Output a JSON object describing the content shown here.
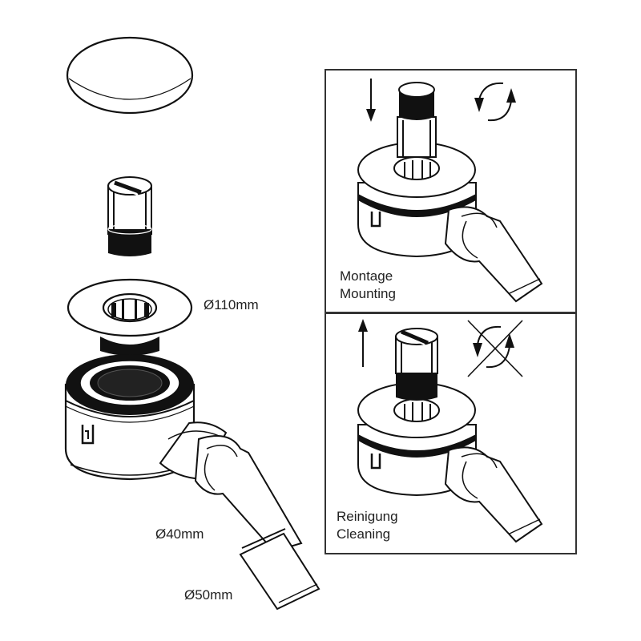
{
  "exploded_view": {
    "parts": [
      {
        "id": "cover-cap",
        "label": ""
      },
      {
        "id": "insert-cartridge",
        "label": ""
      },
      {
        "id": "flange-ring",
        "label": "Ø110mm"
      },
      {
        "id": "trap-body",
        "label": ""
      },
      {
        "id": "outlet-pipe-inner",
        "label": "Ø40mm"
      },
      {
        "id": "outlet-pipe-outer",
        "label": "Ø50mm"
      }
    ],
    "dimensions": {
      "flange": "Ø110mm",
      "outlet_small": "Ø40mm",
      "outlet_large": "Ø50mm"
    }
  },
  "panels": {
    "mounting": {
      "caption_de": "Montage",
      "caption_en": "Mounting",
      "arrow": "down-arrow-icon",
      "rotation": "rotate-arrows-icon",
      "rotation_allowed": true
    },
    "cleaning": {
      "caption_de": "Reinigung",
      "caption_en": "Cleaning",
      "arrow": "up-arrow-icon",
      "rotation": "rotate-arrows-crossed-icon",
      "rotation_allowed": false
    }
  },
  "colors": {
    "line": "#111111",
    "fill": "#ffffff",
    "border": "#333333"
  }
}
